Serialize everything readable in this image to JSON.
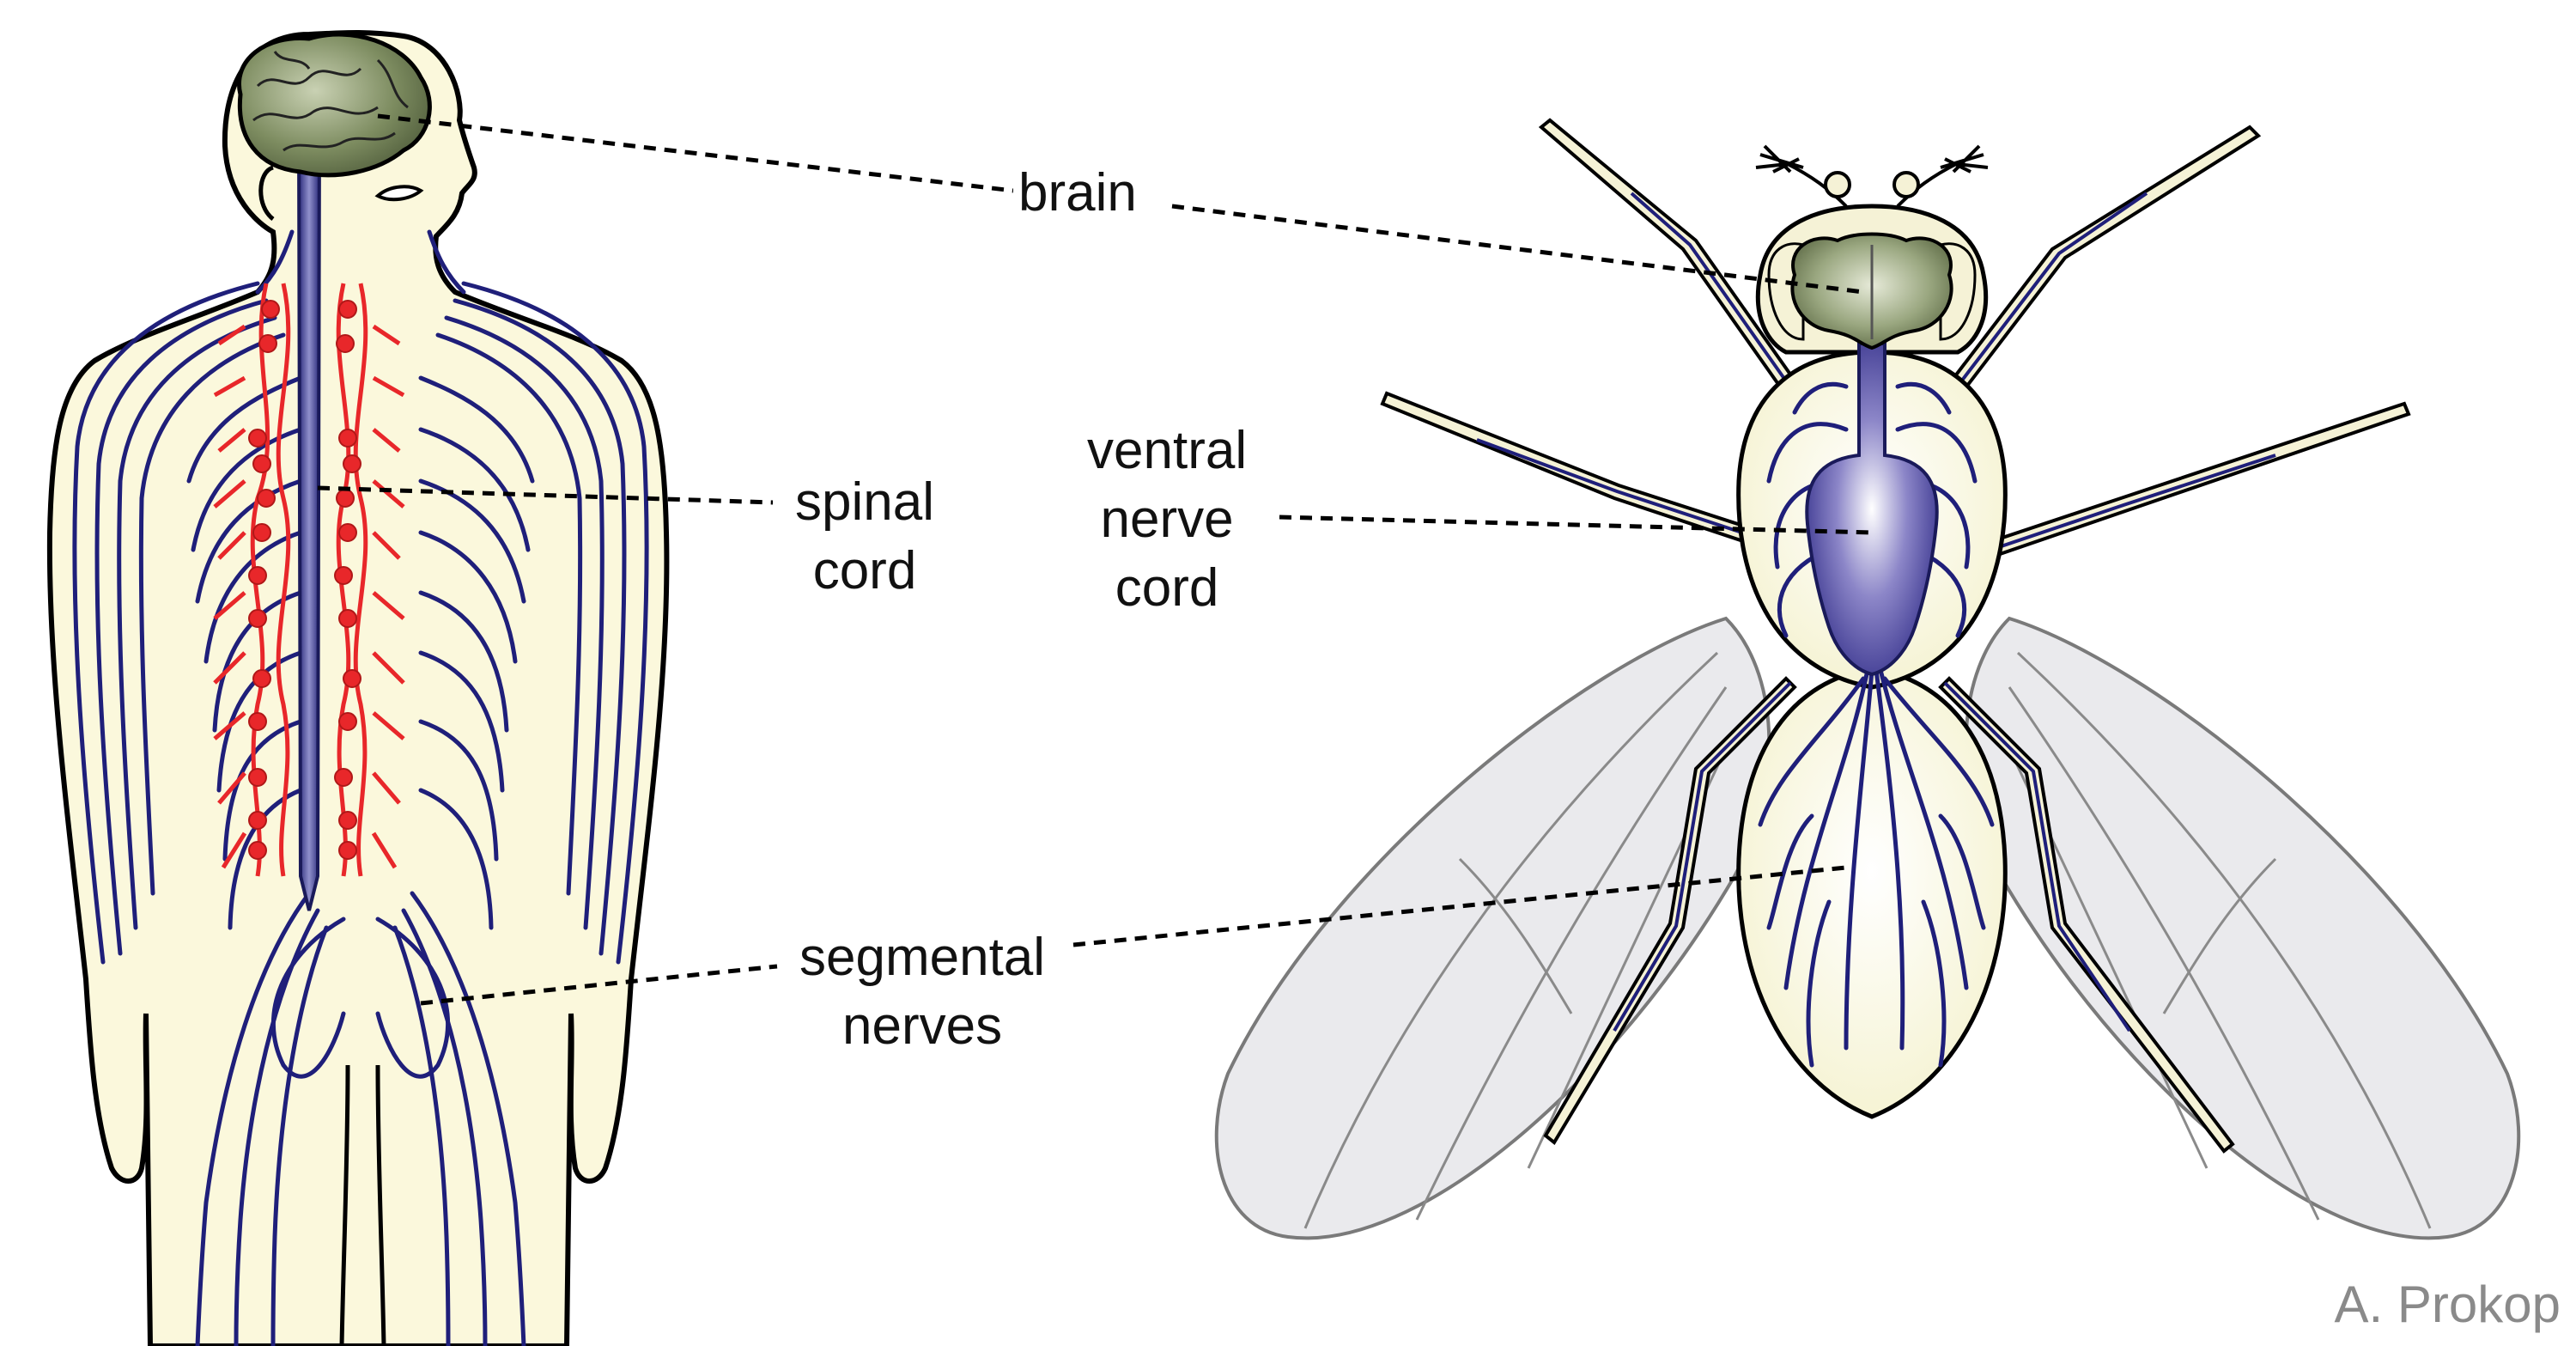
{
  "labels": {
    "brain": "brain",
    "spinal_cord_line1": "spinal",
    "spinal_cord_line2": "cord",
    "ventral_line1": "ventral",
    "ventral_line2": "nerve",
    "ventral_line3": "cord",
    "segmental_line1": "segmental",
    "segmental_line2": "nerves"
  },
  "credit": "A. Prokop",
  "colors": {
    "skin": "#fbf8dc",
    "nerve": "#1f1f7a",
    "spinal": "#3b3b8e",
    "ganglia": "#e8272a",
    "brain": "#6f7f55",
    "wing": "#e6e6ea",
    "vnc": "#3a3590"
  }
}
